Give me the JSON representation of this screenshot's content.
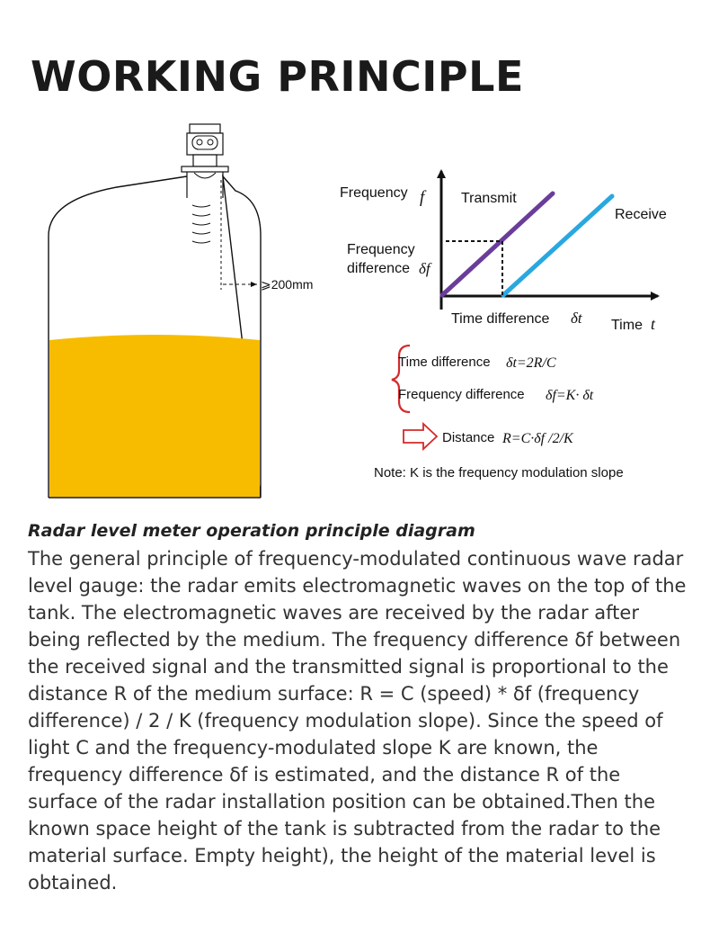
{
  "page_title": "WORKING PRINCIPLE",
  "tank": {
    "distance_label": "⩾200mm",
    "liquid_color": "#F7BC00"
  },
  "graph": {
    "y_axis_label": "Frequency",
    "y_axis_symbol": "f",
    "x_axis_label": "Time",
    "x_axis_symbol": "t",
    "transmit_label": "Transmit",
    "receive_label": "Receive",
    "freq_diff_line1": "Frequency",
    "freq_diff_line2": "difference",
    "freq_diff_symbol": "δf",
    "time_diff_label": "Time difference",
    "time_diff_symbol": "δt",
    "transmit_color": "#6A3D9A",
    "receive_color": "#29A8E0"
  },
  "formulas": {
    "time_diff_label": "Time difference",
    "time_diff_eq": "δt=2R/C",
    "freq_diff_label": "Frequency difference",
    "freq_diff_eq": "δf=K· δt",
    "distance_label": "Distance",
    "distance_eq": "R=C·δf /2/K",
    "note": "Note: K is the frequency modulation slope",
    "accent_color": "#D42A2A"
  },
  "caption": {
    "title": "Radar level meter operation principle diagram",
    "body": "The general principle of frequency-modulated continuous wave radar level gauge: the radar emits electromagnetic waves on the top of the tank. The electromagnetic waves are received by the radar after being reflected by the medium. The frequency difference δf between the received signal and the transmitted signal is proportional to the distance R of the medium surface: R = C (speed) * δf (frequency difference) / 2 / K (frequency modulation slope). Since the speed of light C and the frequency-modulated slope K are known, the frequency difference δf is estimated, and the distance R of the surface of the radar installation position can be obtained.Then the known space height of the tank is subtracted from the radar to the material surface. Empty height), the height of the material level is obtained."
  }
}
